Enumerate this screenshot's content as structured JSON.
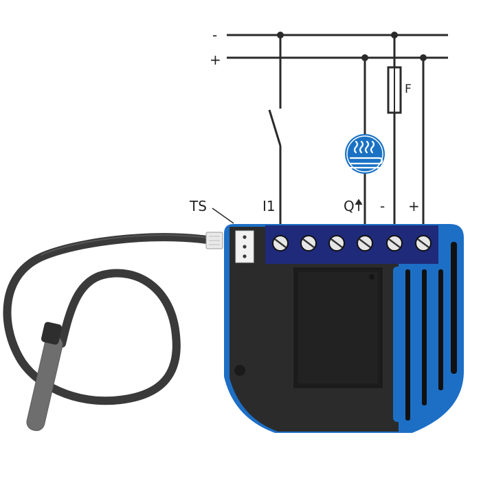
{
  "bus": {
    "minus_label": "-",
    "plus_label": "+"
  },
  "fuse": {
    "label": "F"
  },
  "terminals": {
    "ts_label": "TS",
    "i1_label": "I1",
    "q_label": "Q",
    "minus_label": "-",
    "plus_label": "+"
  },
  "colors": {
    "module_blue": "#1d6fc6",
    "terminal_navy": "#1f2a7a",
    "module_body": "#2b2b2b",
    "cable": "#3a3a3a",
    "probe": "#6e6e6e",
    "wire": "#2a2a2a"
  },
  "icons": {
    "heater": "heating-load-icon",
    "screw": "terminal-screw-icon",
    "switch": "switch-icon",
    "fuse": "fuse-icon",
    "sensor": "temperature-sensor-icon"
  }
}
